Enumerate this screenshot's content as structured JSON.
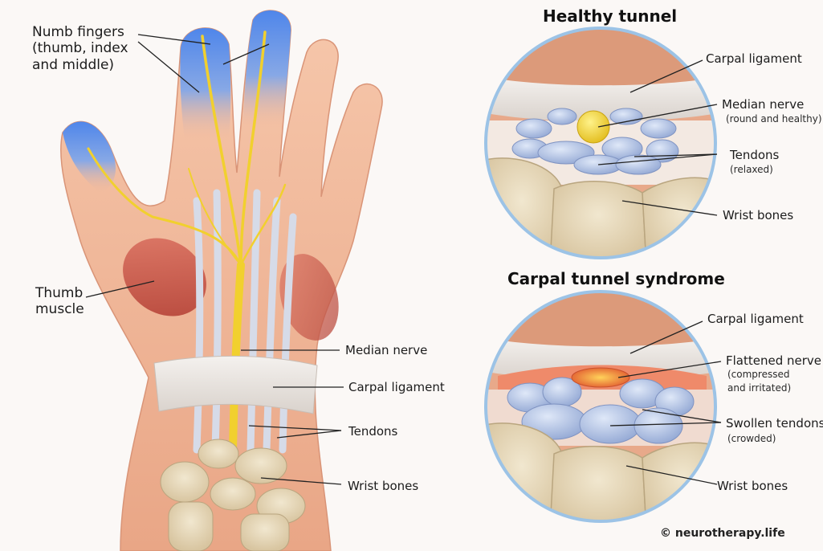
{
  "hand": {
    "numb_fingers": [
      "Numb fingers",
      "(thumb, index",
      "and middle)"
    ],
    "thumb_muscle": [
      "Thumb",
      "muscle"
    ],
    "median_nerve": "Median nerve",
    "carpal_ligament": "Carpal ligament",
    "tendons": "Tendons",
    "wrist_bones": "Wrist bones"
  },
  "healthy": {
    "title": "Healthy tunnel",
    "carpal_ligament": "Carpal ligament",
    "median_nerve": "Median nerve",
    "median_nerve_note": "(round and healthy)",
    "tendons": "Tendons",
    "tendons_note": "(relaxed)",
    "wrist_bones": "Wrist bones"
  },
  "syndrome": {
    "title": "Carpal tunnel syndrome",
    "carpal_ligament": "Carpal ligament",
    "flattened_nerve": "Flattened nerve",
    "flattened_nerve_note_1": "(compressed",
    "flattened_nerve_note_2": "and irritated)",
    "swollen_tendons": "Swollen tendons",
    "swollen_tendons_note": "(crowded)",
    "wrist_bones": "Wrist bones"
  },
  "credit": "© neurotherapy.life",
  "colors": {
    "skin": "#f2b89a",
    "numb_blue": "#5b8de8",
    "nerve_yellow": "#f2d23a",
    "muscle_red": "#c9574a",
    "ligament": "#ece7e2",
    "tendon_blue": "#b9c8e6",
    "bone": "#e8dcc0",
    "circle_border": "#9cc3e6",
    "inflamed": "#e56b3b"
  }
}
